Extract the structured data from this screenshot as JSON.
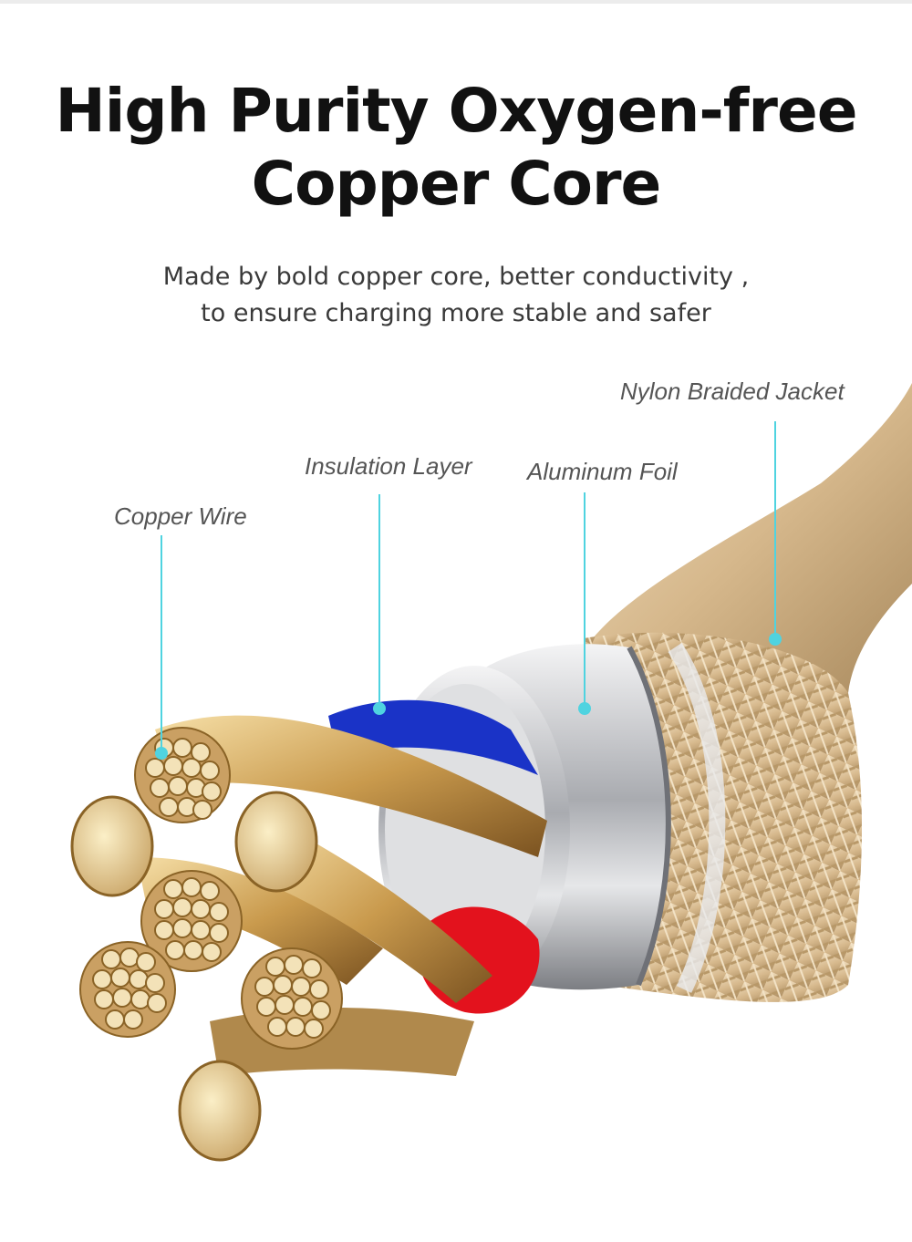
{
  "heading": {
    "line1": "High Purity Oxygen-free",
    "line2": "Copper Core"
  },
  "description": {
    "line1": "Made by bold copper core, better conductivity ,",
    "line2": "to ensure charging more stable and safer"
  },
  "callouts": {
    "nylon": "Nylon Braided Jacket",
    "insulation": "Insulation Layer",
    "aluminum": "Aluminum Foil",
    "copper": "Copper Wire"
  },
  "colors": {
    "leader_line": "#4fd3e0",
    "copper": "#d9b46a",
    "braid": "#d8b98c",
    "foil": "#c7c9cc",
    "insulation_blue": "#1a33c7",
    "insulation_red": "#e3121d"
  }
}
